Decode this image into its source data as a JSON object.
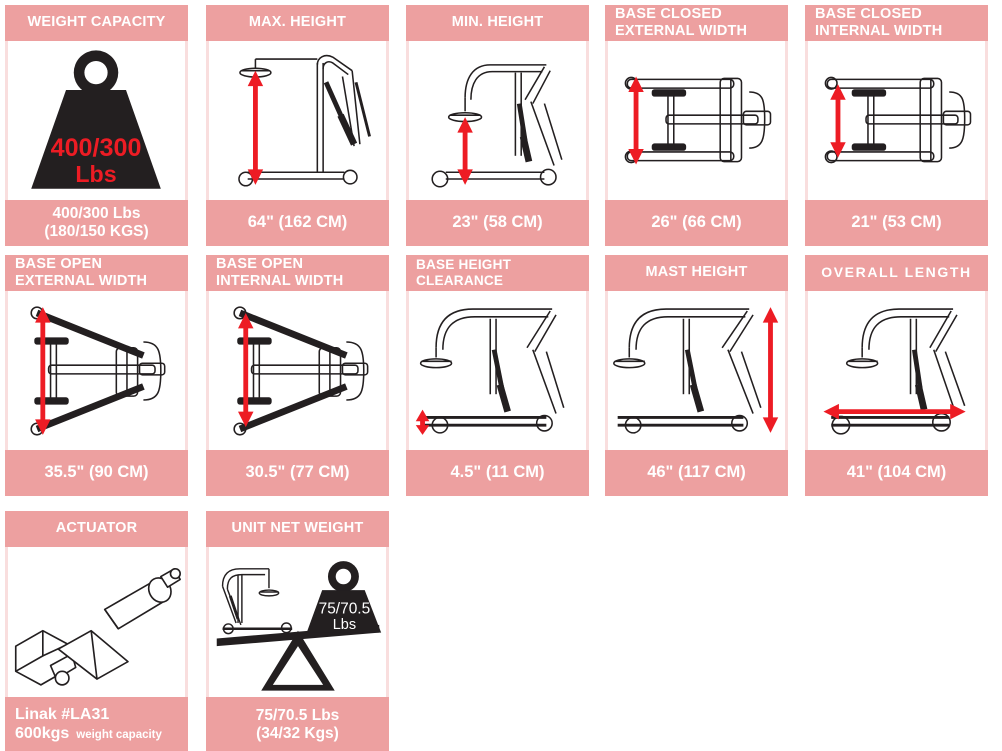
{
  "page": {
    "title": "Patient Lift Specification Sheet",
    "theme": {
      "header_bg": "#eda0a0",
      "header_text": "#ffffff",
      "card_border": "#f9dede",
      "body_bg": "#ffffff",
      "dimension_arrow": "#ed1c24",
      "illustration_fill": "#231f20",
      "illustration_stroke": "#231f20",
      "weight_label_text": "#ed1c24"
    },
    "rows": 3,
    "columns": 5
  },
  "cards": [
    {
      "id": "weight-capacity",
      "title": "WEIGHT CAPACITY",
      "title_lines": 1,
      "illustration": "weight-block-icon",
      "illustration_label": "400/300\nLbs",
      "value": "400/300 Lbs\n(180/150 KGS)",
      "value_lines": 2
    },
    {
      "id": "max-height",
      "title": "MAX. HEIGHT",
      "title_lines": 1,
      "illustration": "lift-side-view-raised-icon",
      "value": "64\"  (162 CM)",
      "value_lines": 1,
      "measurement": {
        "inches": 64,
        "cm": 162,
        "orientation": "vertical"
      }
    },
    {
      "id": "min-height",
      "title": "MIN. HEIGHT",
      "title_lines": 1,
      "illustration": "lift-side-view-lowered-icon",
      "value": "23\"  (58 CM)",
      "value_lines": 1,
      "measurement": {
        "inches": 23,
        "cm": 58,
        "orientation": "vertical"
      }
    },
    {
      "id": "base-closed-external-width",
      "title": "BASE CLOSED\nEXTERNAL WIDTH",
      "title_lines": 2,
      "illustration": "lift-top-view-closed-icon",
      "value": "26\"  (66 CM)",
      "value_lines": 1,
      "measurement": {
        "inches": 26,
        "cm": 66,
        "orientation": "vertical"
      }
    },
    {
      "id": "base-closed-internal-width",
      "title": "BASE CLOSED\nINTERNAL WIDTH",
      "title_lines": 2,
      "illustration": "lift-top-view-closed-inner-icon",
      "value": "21\"  (53 CM)",
      "value_lines": 1,
      "measurement": {
        "inches": 21,
        "cm": 53,
        "orientation": "vertical"
      }
    },
    {
      "id": "base-open-external-width",
      "title": "BASE OPEN\nEXTERNAL WIDTH",
      "title_lines": 2,
      "illustration": "lift-top-view-open-icon",
      "value": "35.5\"  (90 CM)",
      "value_lines": 1,
      "measurement": {
        "inches": 35.5,
        "cm": 90,
        "orientation": "vertical"
      }
    },
    {
      "id": "base-open-internal-width",
      "title": "BASE OPEN\nINTERNAL WIDTH",
      "title_lines": 2,
      "illustration": "lift-top-view-open-inner-icon",
      "value": "30.5\"  (77 CM)",
      "value_lines": 1,
      "measurement": {
        "inches": 30.5,
        "cm": 77,
        "orientation": "vertical"
      }
    },
    {
      "id": "base-height-clearance",
      "title": "BASE HEIGHT\nCLEARANCE",
      "title_lines": 2,
      "illustration": "lift-side-view-clearance-icon",
      "value": "4.5\"  (11 CM)",
      "value_lines": 1,
      "measurement": {
        "inches": 4.5,
        "cm": 11,
        "orientation": "vertical"
      }
    },
    {
      "id": "mast-height",
      "title": "MAST HEIGHT",
      "title_lines": 1,
      "illustration": "lift-side-view-mast-icon",
      "value": "46\"  (117 CM)",
      "value_lines": 1,
      "measurement": {
        "inches": 46,
        "cm": 117,
        "orientation": "vertical"
      }
    },
    {
      "id": "overall-length",
      "title": "OVERALL  LENGTH",
      "title_lines": 1,
      "illustration": "lift-side-view-length-icon",
      "value": "41\"  (104 CM)",
      "value_lines": 1,
      "measurement": {
        "inches": 41,
        "cm": 104,
        "orientation": "horizontal"
      }
    },
    {
      "id": "actuator",
      "title": "ACTUATOR",
      "title_lines": 1,
      "illustration": "linear-actuator-icon",
      "value_brand": "Linak   #LA31",
      "value_rating": "600kgs",
      "value_rating_note": "weight capacity"
    },
    {
      "id": "unit-net-weight",
      "title": "UNIT NET WEIGHT",
      "title_lines": 1,
      "illustration": "lift-on-seesaw-scale-icon",
      "illustration_label": "75/70.5\nLbs",
      "value": "75/70.5 Lbs\n(34/32 Kgs)",
      "value_lines": 2
    }
  ]
}
